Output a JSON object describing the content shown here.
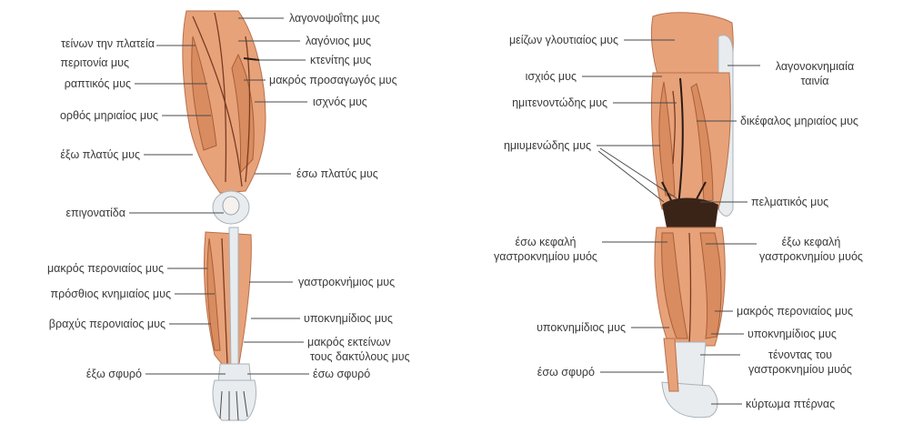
{
  "anterior": {
    "labels": [
      "λαγονοψοΐτης μυς",
      "τείνων την πλατεία",
      "περιτονία μυς",
      "λαγόνιος μυς",
      "κτενίτης μυς",
      "ραπτικός μυς",
      "μακρός προσαγωγός μυς",
      "ισχνός μυς",
      "ορθός μηριαίος μυς",
      "έξω πλατύς μυς",
      "έσω πλατύς μυς",
      "επιγονατίδα",
      "μακρός περονιαίος μυς",
      "γαστροκνήμιος μυς",
      "πρόσθιος κνημιαίος μυς",
      "βραχύς περονιαίος μυς",
      "υποκνημίδιος μυς",
      "μακρός εκτείνων",
      "τους δακτύλους μυς",
      "έξω σφυρό",
      "έσω σφυρό"
    ]
  },
  "posterior": {
    "labels": [
      "μείζων γλουτιαίος μυς",
      "λαγονοκνημιαία",
      "ταινία",
      "ισχιός μυς",
      "ημιτενοντώδης μυς",
      "δικέφαλος μηριαίος μυς",
      "ημιυμενώδης μυς",
      "πελματικός μυς",
      "έσω κεφαλή",
      "γαστροκνημίου μυός",
      "έξω κεφαλή",
      "γαστροκνημίου μυός",
      "μακρός περονιαίος μυς",
      "υποκνημίδιος μυς",
      "υποκνημίδιος μυς",
      "τένοντας του",
      "γαστροκνημίου μυός",
      "έσω σφυρό",
      "κύρτωμα πτέρνας"
    ]
  }
}
